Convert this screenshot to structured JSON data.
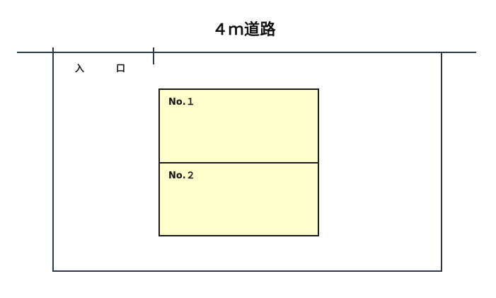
{
  "road": {
    "label": "４ｍ道路"
  },
  "entrance": {
    "label": "入　口"
  },
  "parking_spaces": [
    {
      "label": "No.１"
    },
    {
      "label": "No.２"
    }
  ],
  "colors": {
    "boundary_line": "#2a3a4e",
    "space_fill": "#ffffcc",
    "space_border": "#1a1a1a"
  }
}
